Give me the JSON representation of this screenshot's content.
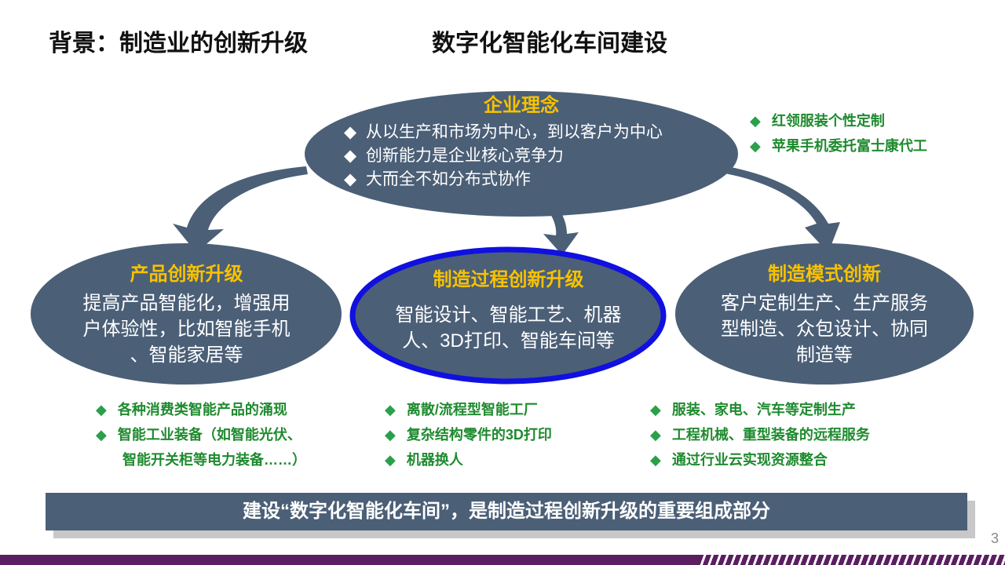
{
  "title": {
    "left": "背景：制造业的创新升级",
    "right": "数字化智能化车间建设"
  },
  "center": {
    "heading": "企业理念",
    "bullets": [
      "从以生产和市场为中心，到以客户为中心",
      "创新能力是企业核心竞争力",
      "大而全不如分布式协作"
    ]
  },
  "side_examples": [
    "红领服装个性定制",
    "苹果手机委托富士康代工"
  ],
  "nodes": [
    {
      "heading": "产品创新升级",
      "lines": [
        "提高产品智能化，增强用",
        "户体验性，比如智能手机",
        "、智能家居等"
      ],
      "examples": [
        "各种消费类智能产品的涌现",
        "智能工业装备（如智能光伏、",
        "智能开关柜等电力装备……）"
      ]
    },
    {
      "heading": "制造过程创新升级",
      "lines": [
        "智能设计、智能工艺、机器",
        "人、3D打印、智能车间等"
      ],
      "examples": [
        "离散/流程型智能工厂",
        "复杂结构零件的3D打印",
        "机器换人"
      ]
    },
    {
      "heading": "制造模式创新",
      "lines": [
        "客户定制生产、生产服务",
        "型制造、众包设计、协同",
        "制造等"
      ],
      "examples": [
        "服装、家电、汽车等定制生产",
        "工程机械、重型装备的远程服务",
        "通过行业云实现资源整合"
      ]
    }
  ],
  "banner": "建设“数字化智能化车间”，是制造过程创新升级的重要组成部分",
  "page_number": "3",
  "colors": {
    "ellipse": "#4b5f77",
    "highlight": "#1010e0",
    "heading": "#f7c200",
    "green": "#1e8a2e"
  }
}
